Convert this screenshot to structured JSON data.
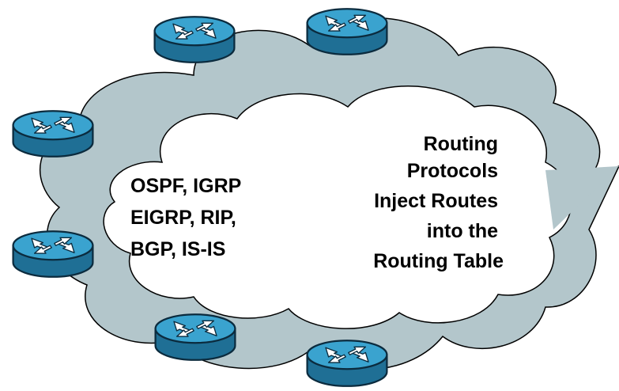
{
  "diagram": {
    "protocols_lines": [
      "OSPF, IGRP",
      "EIGRP, RIP,",
      "BGP, IS-IS"
    ],
    "routing_lines": [
      "Routing",
      "Protocols",
      "Inject Routes",
      "into the",
      "Routing Table"
    ],
    "routers": [
      {
        "name": "router-top-left"
      },
      {
        "name": "router-top-right"
      },
      {
        "name": "router-left-upper"
      },
      {
        "name": "router-left-lower"
      },
      {
        "name": "router-bottom-left"
      },
      {
        "name": "router-bottom-right"
      }
    ]
  },
  "colors": {
    "cloud_fill": "#b3c6cb",
    "inner_cloud": "#ffffff",
    "router_body": "#2f8fb8",
    "router_top": "#3aa3cf",
    "router_outline": "#0b2b3e",
    "arrow": "#ffffff"
  }
}
